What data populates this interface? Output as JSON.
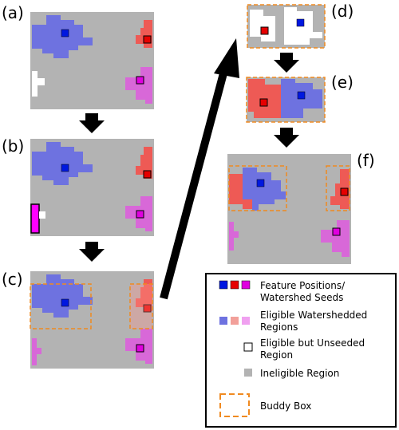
{
  "panels": [
    {
      "id": "a",
      "label": "(a)"
    },
    {
      "id": "b",
      "label": "(b)"
    },
    {
      "id": "c",
      "label": "(c)"
    },
    {
      "id": "d",
      "label": "(d)"
    },
    {
      "id": "e",
      "label": "(e)"
    },
    {
      "id": "f",
      "label": "(f)"
    }
  ],
  "legend": {
    "seeds_line1": "Feature Positions/",
    "seeds_line2": "Watershed Seeds",
    "regions_line1": "Eligible Watershedded",
    "regions_line2": "Regions",
    "unseeded_line1": "Eligible but Unseeded",
    "unseeded_line2": "Region",
    "ineligible": "Ineligible Region",
    "buddy": "Buddy Box"
  },
  "colors": {
    "ineligible_gray": "#b3b3b3",
    "blue_region": "#6e72e0",
    "red_region": "#ee5a55",
    "magenta_region": "#d868d8",
    "blue_seed": "#0018e0",
    "red_seed": "#e60000",
    "magenta_seed": "#e000e0",
    "buddy_box": "#f08a20",
    "bright_magenta": "#ff00ff"
  }
}
